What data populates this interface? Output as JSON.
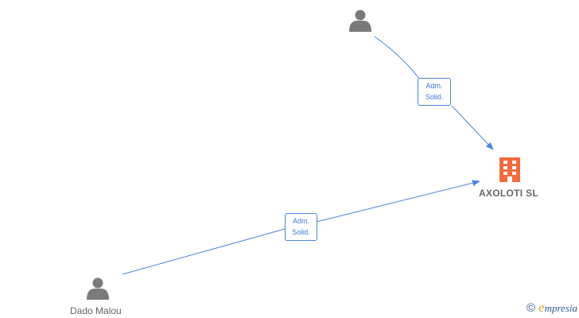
{
  "nodes": {
    "person_top": {
      "label": ""
    },
    "person_bottom": {
      "label": "Dado Malou"
    },
    "company": {
      "label": "AXOLOTI  SL"
    }
  },
  "edges": [
    {
      "label_line1": "Adm.",
      "label_line2": "Solid."
    },
    {
      "label_line1": "Adm.",
      "label_line2": "Solid."
    }
  ],
  "brand": {
    "copyright": "©",
    "initial": "e",
    "name": "mpresia"
  },
  "colors": {
    "edge": "#4a86d9",
    "person": "#7a7a7a",
    "company": "#f26a3d",
    "label": "#666666"
  }
}
